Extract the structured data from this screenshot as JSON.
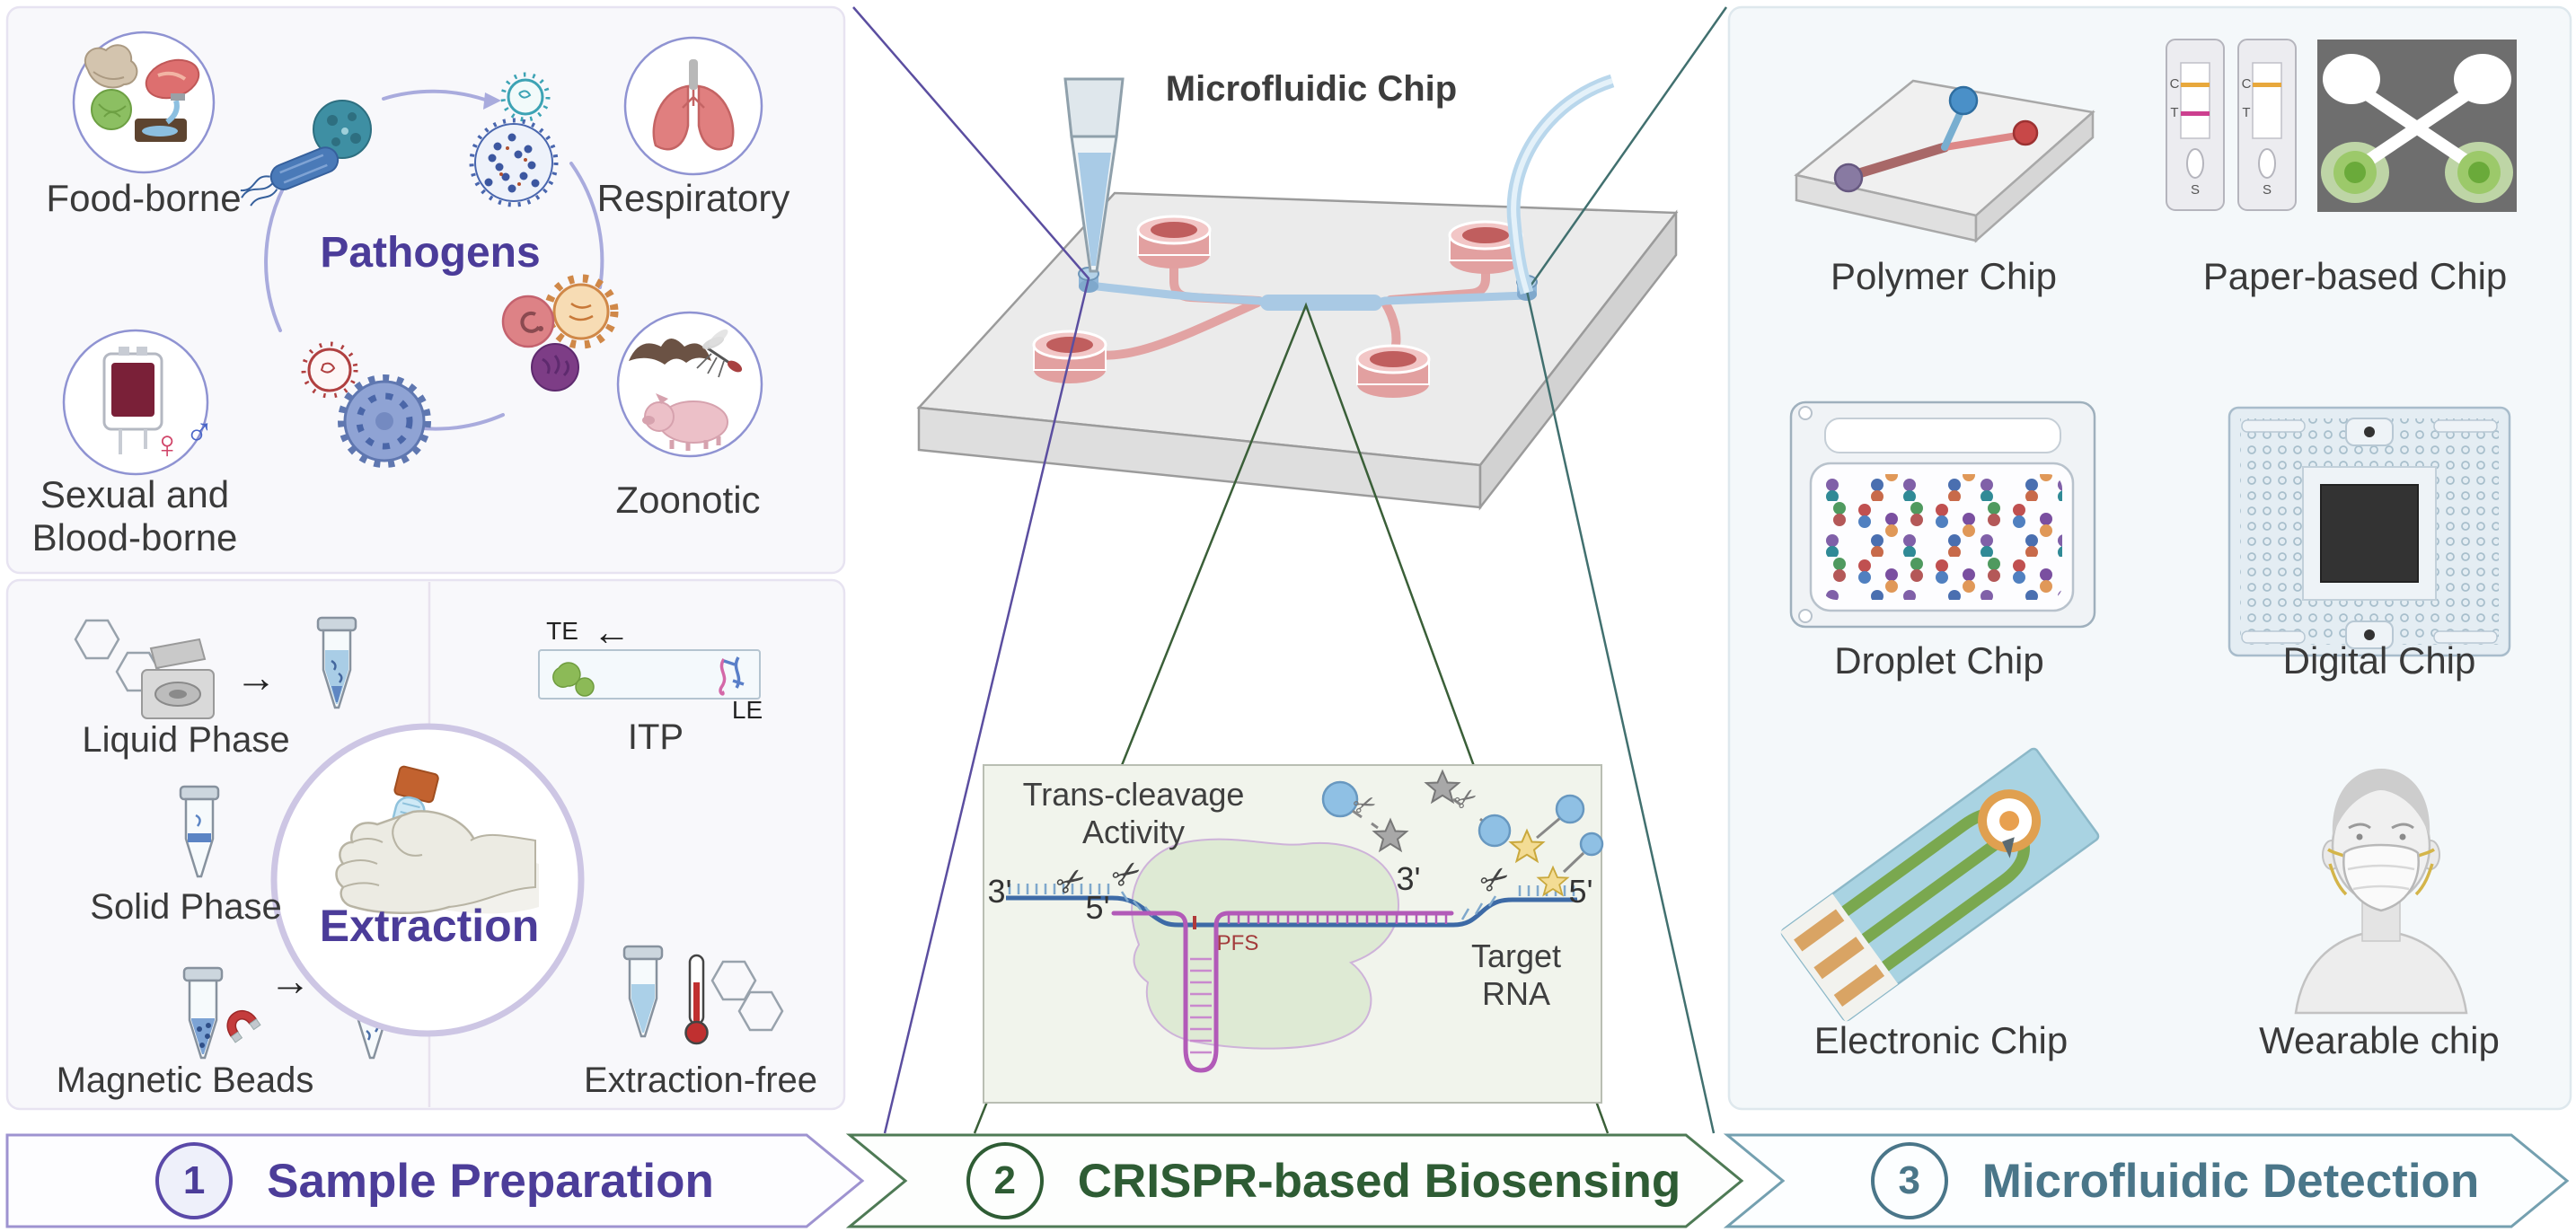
{
  "pathogens_panel": {
    "title": "Pathogens",
    "title_color": "#4b3c99",
    "labels": {
      "food_borne": "Food-borne",
      "respiratory": "Respiratory",
      "sexual_line1": "Sexual and",
      "sexual_line2": "Blood-borne",
      "zoonotic": "Zoonotic"
    }
  },
  "extraction_panel": {
    "title": "Extraction",
    "title_color": "#4b3c99",
    "labels": {
      "liquid_phase": "Liquid Phase",
      "solid_phase": "Solid Phase",
      "magnetic_beads": "Magnetic Beads",
      "itp": "ITP",
      "te": "TE",
      "le": "LE",
      "extraction_free": "Extraction-free"
    }
  },
  "biosensing_panel": {
    "chip_title": "Microfluidic Chip",
    "inset": {
      "title_line1": "Trans-cleavage",
      "title_line2": "Activity",
      "prime3_left": "3'",
      "prime5_left": "5'",
      "pfs": "PFS",
      "pfs_color": "#a33b3b",
      "prime3_mid": "3'",
      "prime5_right": "5'",
      "target_line1": "Target",
      "target_line2": "RNA"
    }
  },
  "detection_panel": {
    "items": [
      {
        "label": "Polymer Chip"
      },
      {
        "label": "Paper-based Chip"
      },
      {
        "label": "Droplet Chip"
      },
      {
        "label": "Digital Chip"
      },
      {
        "label": "Electronic Chip"
      },
      {
        "label": "Wearable chip"
      }
    ],
    "lfa": {
      "c": "C",
      "t": "T",
      "s": "S"
    }
  },
  "process_steps": [
    {
      "number": "1",
      "label": "Sample Preparation",
      "text_color": "#4c3d99",
      "border_color": "#9e93d0"
    },
    {
      "number": "2",
      "label": "CRISPR-based Biosensing",
      "text_color": "#2e5c34",
      "border_color": "#4e7a55"
    },
    {
      "number": "3",
      "label": "Microfluidic Detection",
      "text_color": "#4a7689",
      "border_color": "#74a0b0"
    }
  ],
  "icons": {
    "scissors": "✂",
    "arrow_right": "→",
    "arrow_left": "←",
    "female": "♀",
    "male": "♂"
  }
}
